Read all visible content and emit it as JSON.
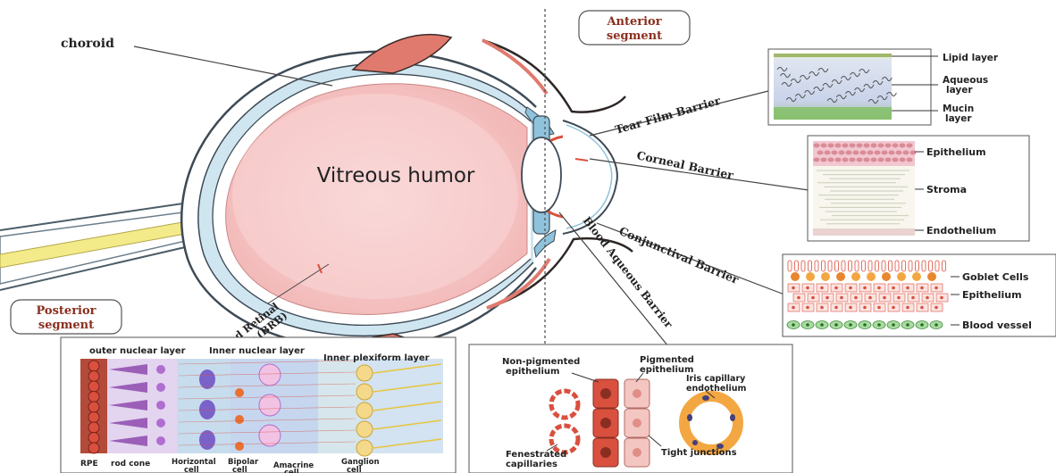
{
  "labels": {
    "choroid": "choroid",
    "vitreous": "Vitreous humor",
    "anterior_line1": "Anterior",
    "anterior_line2": "segment",
    "posterior_line1": "Posterior",
    "posterior_line2": "segment",
    "brb_line1": "Blood Retinal",
    "brb_line2": "Barrier (BRB)"
  },
  "barriers": {
    "tear_film": "Tear Film Barrier",
    "corneal": "Corneal Barrier",
    "conjunctival": "Conjunctival Barrier",
    "blood_aqueous": "Blood Aqueous Barrier"
  },
  "tear_panel": [
    "Lipid layer",
    "Aqueous layer",
    "Mucin layer"
  ],
  "tear_panel_lines": {
    "aqueous_1": "Aqueous",
    "aqueous_2": "layer",
    "mucin_1": "Mucin",
    "mucin_2": "layer"
  },
  "corneal_panel": [
    "Epithelium",
    "Stroma",
    "Endothelium"
  ],
  "conj_panel": [
    "Goblet Cells",
    "Epithelium",
    "Blood vessel"
  ],
  "retina_panel": {
    "top": [
      "outer nuclear layer",
      "Inner nuclear layer",
      "Inner plexiform layer"
    ],
    "bottom": [
      "RPE",
      "rod cone",
      "Horizontal cell",
      "Bipolar cell",
      "Amacrine cell",
      "Ganglion cell"
    ],
    "bottom_lines": {
      "horizontal_1": "Horizontal",
      "horizontal_2": "cell",
      "bipolar_1": "Bipolar",
      "bipolar_2": "cell",
      "amacrine_1": "Amacrine",
      "amacrine_2": "cell",
      "ganglion_1": "Ganglion",
      "ganglion_2": "cell"
    }
  },
  "bab_panel": {
    "non_pig_1": "Non-pigmented",
    "non_pig_2": "epithelium",
    "pig_1": "Pigmented",
    "pig_2": "epithelium",
    "iris_1": "Iris capillary",
    "iris_2": "endothelium",
    "fen_1": "Fenestrated",
    "fen_2": "capillaries",
    "tight": "Tight junctions"
  },
  "colors": {
    "vitreous_fill": "#f6c4c4",
    "vitreous_inner": "#f9d3d2",
    "sclera_blue": "#8fc3dc",
    "muscle_red": "#e07a6e",
    "nerve_yellow": "#f3ea8a",
    "cell_red": "#d9503e",
    "pink_cell": "#f3c6c2",
    "brown_label": "#8b2f1f"
  }
}
